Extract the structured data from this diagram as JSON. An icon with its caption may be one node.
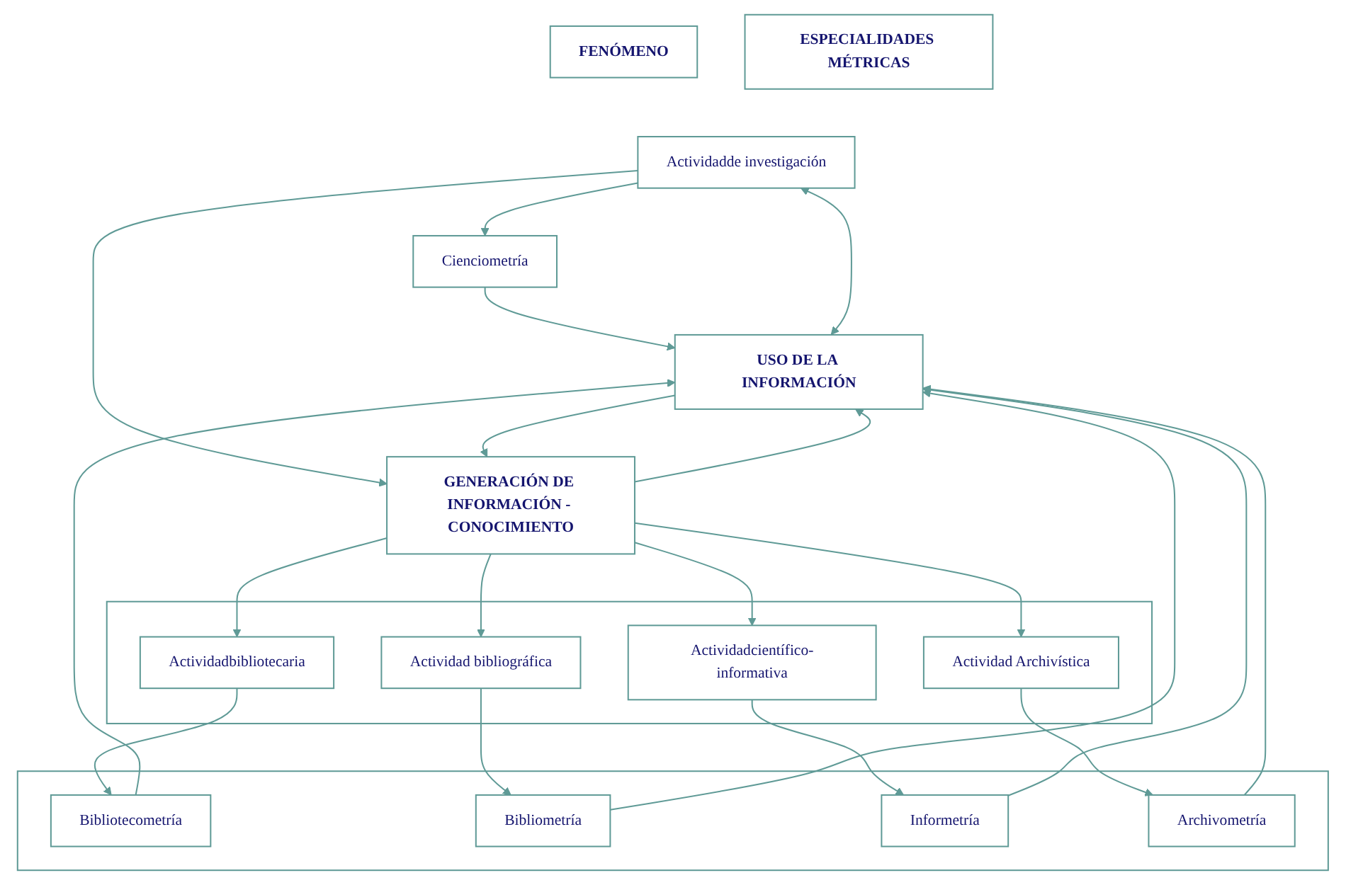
{
  "diagram": {
    "nodes": [
      {
        "text": [
          "FENÓMENO"
        ]
      },
      {
        "text": [
          "ESPECIALIDADES MÉTRICAS"
        ]
      },
      {
        "text": [
          "Actividadde investigación"
        ]
      },
      {
        "text": [
          "Cienciometría"
        ]
      },
      {
        "text": [
          "GENERACIÓN DE INFORMACIÓN - CONOCIMIENTO"
        ]
      },
      {
        "text": [],
        "shape": "box"
      },
      {
        "text": [
          "Actividadbibliotecaria"
        ],
        "in": 5
      },
      {
        "text": [
          "Actividad bibliográfica"
        ],
        "in": 5
      },
      {
        "text": [
          "Actividadcientífico-informativa"
        ],
        "in": 5
      },
      {
        "text": [
          "Actividad Archivística"
        ],
        "in": 5
      },
      {
        "text": [],
        "shape": "box"
      },
      {
        "text": [
          "Bibliotecometría"
        ],
        "in": 10
      },
      {
        "text": [
          "Bibliometría"
        ],
        "in": 10
      },
      {
        "text": [
          "Informetría"
        ],
        "in": 10
      },
      {
        "text": [
          "Archivometría"
        ],
        "in": 10
      },
      {
        "text": [
          "USO DE LA INFORMACIÓN"
        ]
      }
    ],
    "edges": [
      {
        "from": 2,
        "to": 3,
        "arrow": "to"
      },
      {
        "from": 2,
        "to": 4,
        "arrow": "to"
      },
      {
        "from": 4,
        "to": 6,
        "arrow": "to"
      },
      {
        "from": 4,
        "to": 7,
        "arrow": "to"
      },
      {
        "from": 4,
        "to": 8,
        "arrow": "to"
      },
      {
        "from": 4,
        "to": 9,
        "arrow": "to"
      },
      {
        "from": 4,
        "to": 15,
        "arrow": "to"
      },
      {
        "from": 6,
        "to": 11,
        "arrow": "to"
      },
      {
        "from": 7,
        "to": 12,
        "arrow": "to"
      },
      {
        "from": 8,
        "to": 13,
        "arrow": "to"
      },
      {
        "from": 9,
        "to": 14,
        "arrow": "to"
      },
      {
        "from": 3,
        "to": 15,
        "arrow": "to"
      },
      {
        "from": 11,
        "to": 15,
        "arrow": "to"
      },
      {
        "from": 12,
        "to": 15,
        "arrow": "to"
      },
      {
        "from": 13,
        "to": 15,
        "arrow": "to"
      },
      {
        "from": 14,
        "to": 15,
        "arrow": "to"
      },
      {
        "from": 15,
        "to": 4,
        "arrow": "to"
      },
      {
        "from": 15,
        "to": 2,
        "arrow": "both"
      }
    ]
  }
}
